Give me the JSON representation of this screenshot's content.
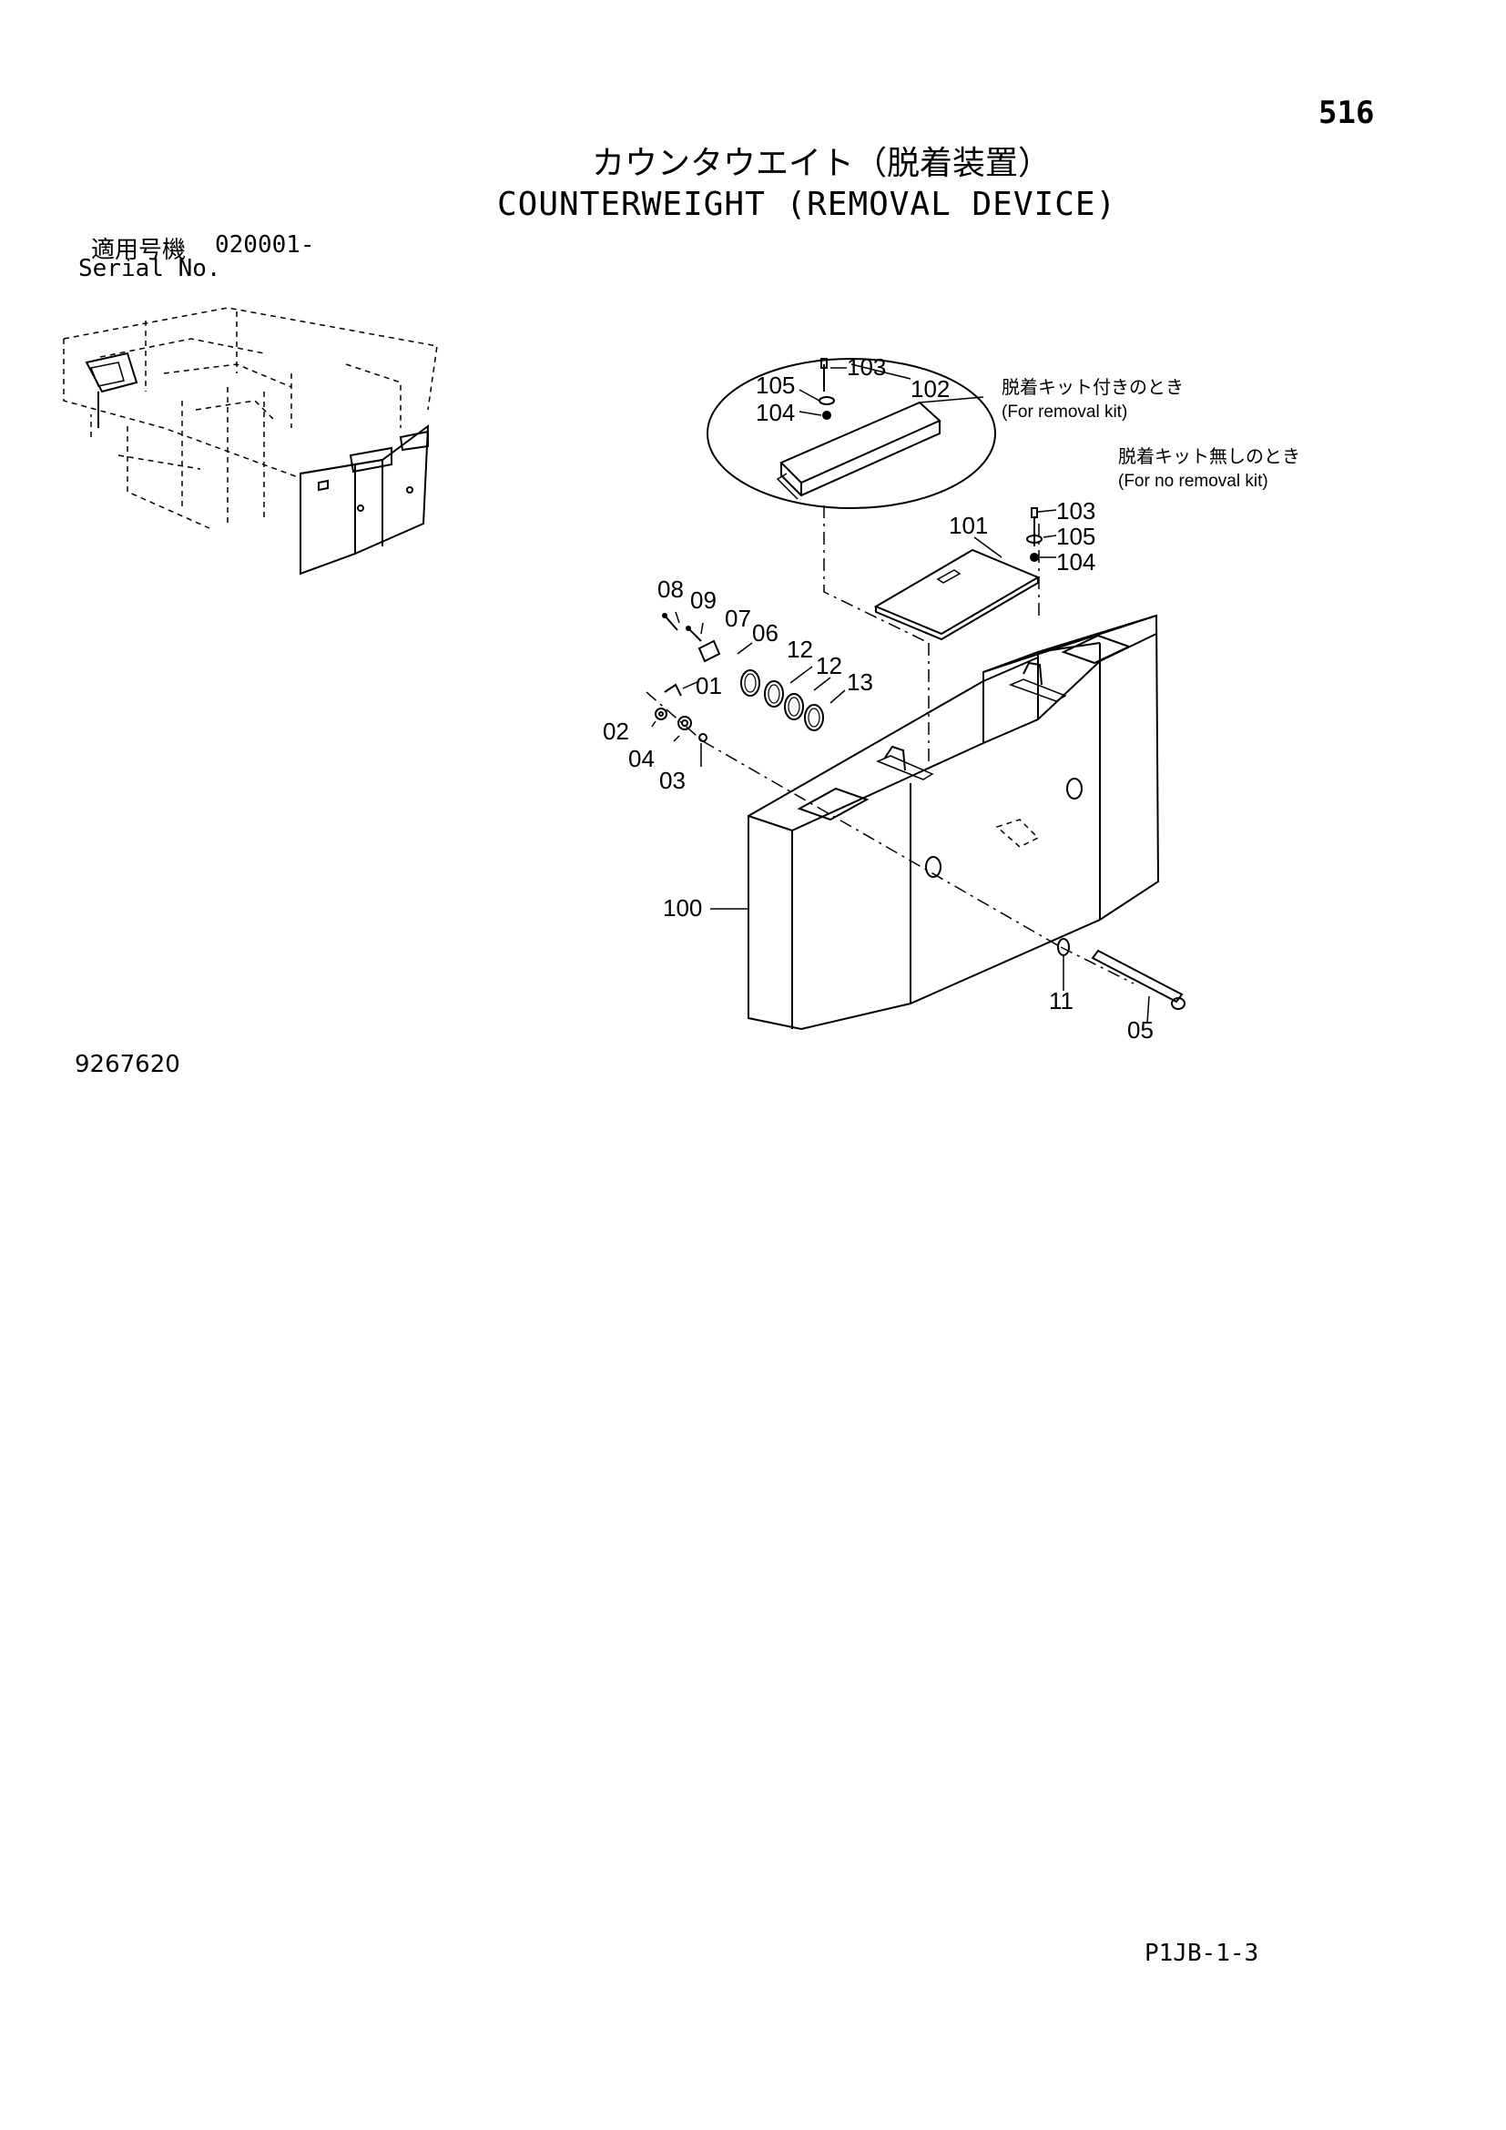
{
  "header": {
    "page_number": "516",
    "title_jp": "カウンタウエイト（脱着装置）",
    "title_en": "COUNTERWEIGHT (REMOVAL DEVICE)",
    "serial_label_jp": "適用号機",
    "serial_value": "020001-",
    "serial_label_en": "Serial No."
  },
  "notes": {
    "with_kit_jp": "脱着キット付きのとき",
    "with_kit_en": "(For removal kit)",
    "without_kit_jp": "脱着キット無しのとき",
    "without_kit_en": "(For no removal kit)"
  },
  "part_labels": {
    "p01": "01",
    "p02": "02",
    "p03": "03",
    "p04": "04",
    "p05": "05",
    "p06": "06",
    "p07": "07",
    "p08": "08",
    "p09": "09",
    "p11": "11",
    "p12a": "12",
    "p12b": "12",
    "p13": "13",
    "p100": "100",
    "p101": "101",
    "p102": "102",
    "p103a": "103",
    "p103b": "103",
    "p104a": "104",
    "p104b": "104",
    "p105a": "105",
    "p105b": "105"
  },
  "footer": {
    "figure_number": "9267620",
    "page_code": "P1JB-1-3"
  }
}
